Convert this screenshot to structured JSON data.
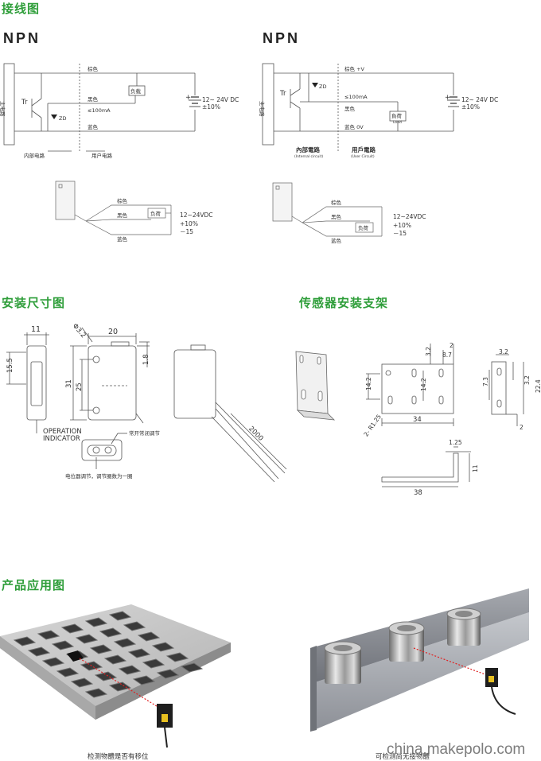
{
  "sections": {
    "wiring": "接线图",
    "dimensions": "安装尺寸图",
    "bracket": "传感器安装支架",
    "application": "产品应用图"
  },
  "wiring": {
    "left": {
      "type": "NPN",
      "main_circuit": "主电路",
      "tr": "Tr",
      "zd": "ZD",
      "brown": "棕色",
      "black": "黑色",
      "blue": "蓝色",
      "current": "≤100mA",
      "load": "负载",
      "supply": "12~ 24V DC",
      "tolerance": "±10%",
      "internal": "内部电路",
      "user": "用户电路",
      "load2": "负荷",
      "supply2": "12~24VDC",
      "tol_plus": "+10%",
      "tol_minus": "－15"
    },
    "right": {
      "type": "NPN",
      "main_circuit": "主电路",
      "tr": "Tr",
      "zd": "ZD",
      "brown": "棕色 +V",
      "black": "黑色",
      "blue": "蓝色 0V",
      "current": "≤100mA",
      "load": "負荷",
      "load_en": "Load",
      "supply": "12~ 24V DC",
      "tolerance": "±10%",
      "internal": "內部電路",
      "internal_en": "(Internal circuit)",
      "user": "用戶電路",
      "user_en": "(User Circuit)",
      "load2": "负荷",
      "supply2": "12~24VDC",
      "tol_plus": "+10%",
      "tol_minus": "－15",
      "brown2": "棕色",
      "black2": "黑色",
      "blue2": "蓝色"
    }
  },
  "dimensions": {
    "d11": "11",
    "d20": "20",
    "dhole": "Φ3.2",
    "d15_5": "15.5",
    "d31": "31",
    "d25": "25",
    "d1_8": "1.8",
    "d2000": "2000",
    "operation": "OPERATION",
    "indicator": "INDICATOR",
    "switch_note": "常开常闭调节",
    "pot_note": "电位器调节，调节圈数为一圈"
  },
  "bracket": {
    "d2": "2",
    "d3_2a": "3.2",
    "d8_7": "8.7",
    "d14_2a": "14.2",
    "d14_2b": "14.2",
    "d34": "34",
    "r125": "2- R1.25",
    "d3_2b": "3.2",
    "d7_3": "7.3",
    "d3_2c": "3.2",
    "d22_4": "22.4",
    "d2b": "2",
    "d1_25": "1.25",
    "d11": "11",
    "d38": "38"
  },
  "application": {
    "cap_left": "检测物體是否有移位",
    "cap_right": "可检测尚无接物體"
  },
  "watermark": "china.makepolo.com",
  "colors": {
    "title_green": "#2f9e3a",
    "beam_red": "#e02020"
  }
}
